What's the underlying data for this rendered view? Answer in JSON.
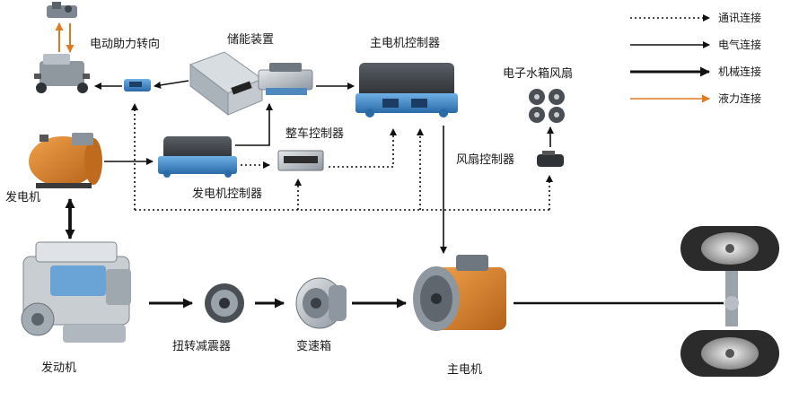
{
  "legend": [
    {
      "key": "comm",
      "label": "通讯连接",
      "color": "#111111",
      "style": "dotted"
    },
    {
      "key": "elec",
      "label": "电气连接",
      "color": "#111111",
      "style": "solid"
    },
    {
      "key": "mech",
      "label": "机械连接",
      "color": "#111111",
      "style": "thick"
    },
    {
      "key": "hydr",
      "label": "液力连接",
      "color": "#e07a1f",
      "style": "solid"
    }
  ],
  "components": {
    "power_steering": "电动助力转向",
    "energy_storage": "储能装置",
    "main_motor_controller": "主电机控制器",
    "radiator_fan": "电子水箱风扇",
    "vehicle_controller": "整车控制器",
    "fan_controller": "风扇控制器",
    "generator": "发电机",
    "generator_controller": "发电机控制器",
    "engine": "发动机",
    "torsional_damper": "扭转减震器",
    "gearbox": "变速箱",
    "main_motor": "主电机"
  },
  "colors": {
    "arrow": "#111111",
    "hydraulic": "#e07a1f",
    "controller_blue": "#3e86c6",
    "motor_orange": "#d9822b",
    "steel": "#9aa3ad",
    "tire": "#2b2b2b"
  }
}
